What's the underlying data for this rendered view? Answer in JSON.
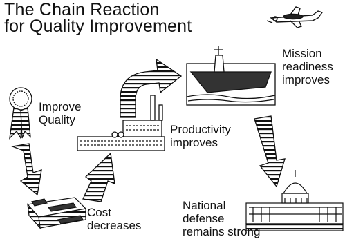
{
  "title": {
    "line1": "The Chain Reaction",
    "line2": "for Quality Improvement"
  },
  "stages": {
    "improve_quality": {
      "line1": "Improve",
      "line2": "Quality"
    },
    "productivity": {
      "line1": "Productivity",
      "line2": "improves"
    },
    "mission": {
      "line1": "Mission",
      "line2": "readiness",
      "line3": "improves"
    },
    "cost": {
      "line1": "Cost",
      "line2": "decreases"
    },
    "defense": {
      "line1": "National",
      "line2": "defense",
      "line3": "remains strong"
    }
  },
  "icons": [
    "ribbon-award-icon",
    "factory-icon",
    "aircraft-carrier-icon",
    "money-stack-icon",
    "capitol-building-icon",
    "airplane-icon"
  ]
}
